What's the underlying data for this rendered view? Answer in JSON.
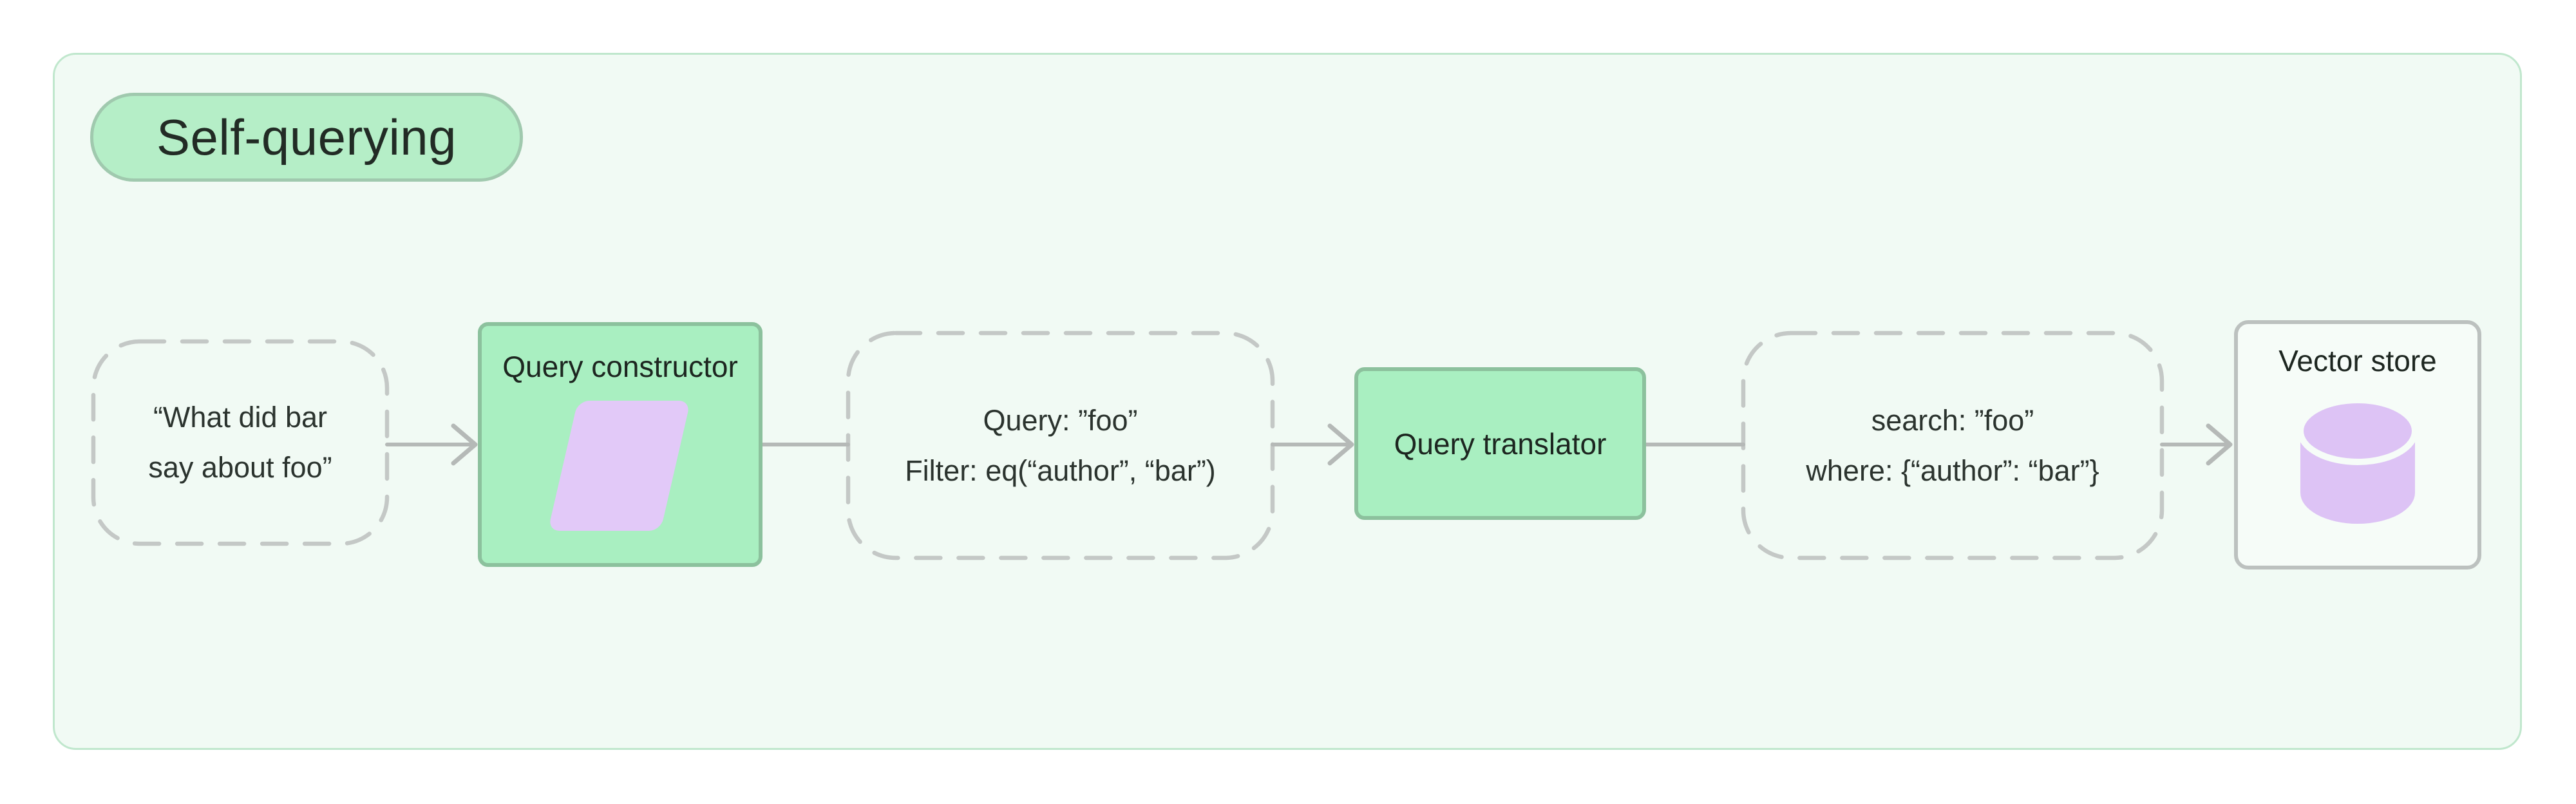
{
  "badge": {
    "label": "Self-querying"
  },
  "flow": {
    "input_node": {
      "line1": "“What did bar",
      "line2": "say about foo”"
    },
    "query_constructor": {
      "title": "Query constructor",
      "icon": "parallelogram-icon"
    },
    "structured_query_node": {
      "line1": "Query: ”foo”",
      "line2": "Filter: eq(“author”, “bar”)"
    },
    "query_translator": {
      "title": "Query translator"
    },
    "translated_query_node": {
      "line1": "search: ”foo”",
      "line2": "where: {“author”: “bar”}"
    },
    "vector_store": {
      "title": "Vector store",
      "icon": "database-icon"
    }
  },
  "colors": {
    "panel_fill": "#f1faf4",
    "panel_border": "#c0e7cd",
    "badge_fill": "#b5eec7",
    "badge_border": "#a0c9ae",
    "process_box_fill": "#a9efc1",
    "process_box_border": "#8cc19d",
    "vector_store_fill": "#f6fcf8",
    "vector_store_border": "#bcc1bf",
    "dashed_stroke": "#c4c8c6",
    "connector_stroke": "#b5b9b7",
    "icon_purple": "#e2c9f8",
    "database_purple": "#ddc3f5",
    "text": "#2b332e"
  }
}
